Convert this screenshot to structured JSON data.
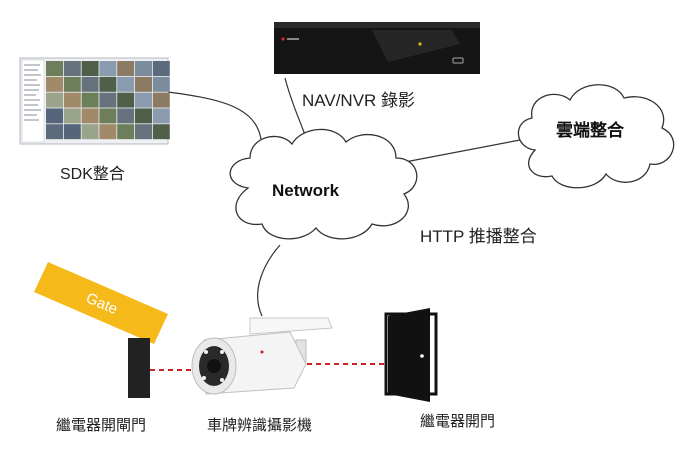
{
  "labels": {
    "sdk": "SDK整合",
    "nvr": "NAV/NVR 錄影",
    "network": "Network",
    "cloud": "雲端整合",
    "http": "HTTP 推播整合",
    "gate_sign": "Gate",
    "relay_gate": "繼電器開閘門",
    "camera": "車牌辨識攝影機",
    "relay_door": "繼電器開門"
  },
  "colors": {
    "line": "#333333",
    "dashed_link": "#cc2222",
    "gate_sign": "#f6b91a",
    "device_dark": "#151515",
    "cloud_fill": "#ffffff"
  },
  "icons": {
    "nvr": "nvr-recorder-icon",
    "monitor": "monitor-wall-icon",
    "camera": "bullet-camera-icon",
    "door": "open-door-icon",
    "gate": "barrier-gate-icon"
  }
}
